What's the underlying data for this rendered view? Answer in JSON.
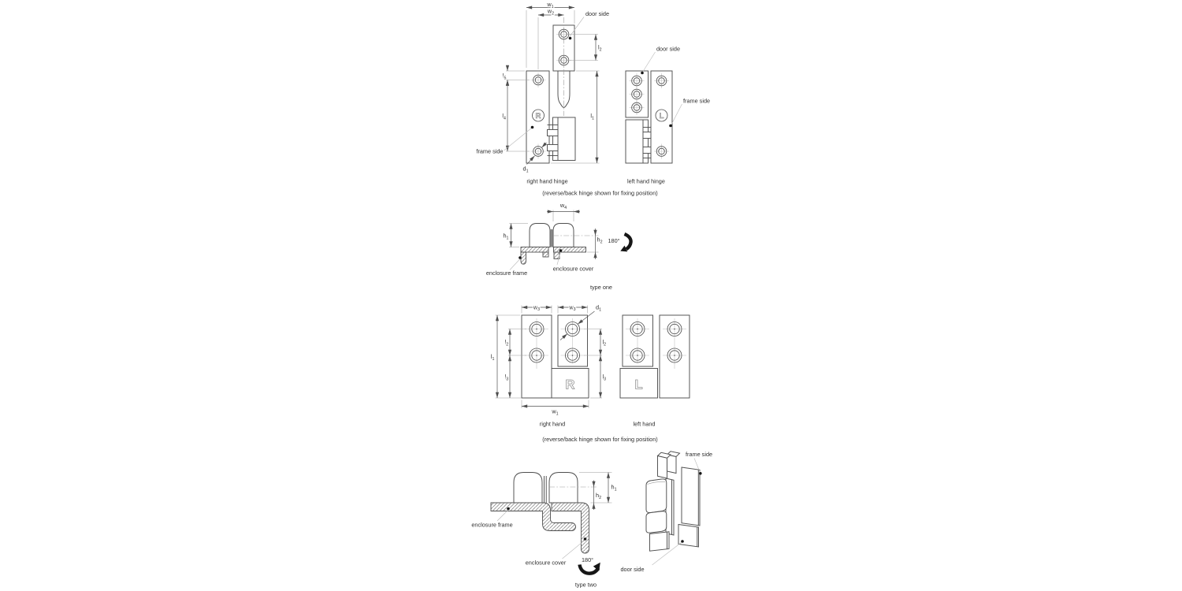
{
  "colors": {
    "background": "#ffffff",
    "line": "#4f4f4f",
    "light_line": "#9c9c9c",
    "leader": "#bdbdbd",
    "text": "#2e2e2e",
    "hatch": "#7a7a7a",
    "arrow_black": "#161616"
  },
  "letters": {
    "right": "R",
    "left": "L"
  },
  "labels": {
    "door_side": "door side",
    "frame_side": "frame side",
    "right_hand_hinge": "right hand hinge",
    "left_hand_hinge": "left hand hinge",
    "fixing_note": "(reverse/back hinge shown for fixing position)",
    "enclosure_frame": "enclosure frame",
    "enclosure_cover": "enclosure cover",
    "type_one": "type one",
    "type_two": "type two",
    "right_hand": "right hand",
    "left_hand": "left hand",
    "rotation_angle": "180°"
  },
  "dims": {
    "w1": {
      "b": "w",
      "s": "1"
    },
    "w2": {
      "b": "w",
      "s": "2"
    },
    "w3": {
      "b": "w",
      "s": "3"
    },
    "w4": {
      "b": "w",
      "s": "4"
    },
    "l1": {
      "b": "l",
      "s": "1"
    },
    "l2": {
      "b": "l",
      "s": "2"
    },
    "l3": {
      "b": "l",
      "s": "3"
    },
    "l4": {
      "b": "l",
      "s": "4"
    },
    "l5": {
      "b": "l",
      "s": "5"
    },
    "d1": {
      "b": "d",
      "s": "1"
    },
    "h1": {
      "b": "h",
      "s": "1"
    },
    "h2": {
      "b": "h",
      "s": "2"
    }
  }
}
